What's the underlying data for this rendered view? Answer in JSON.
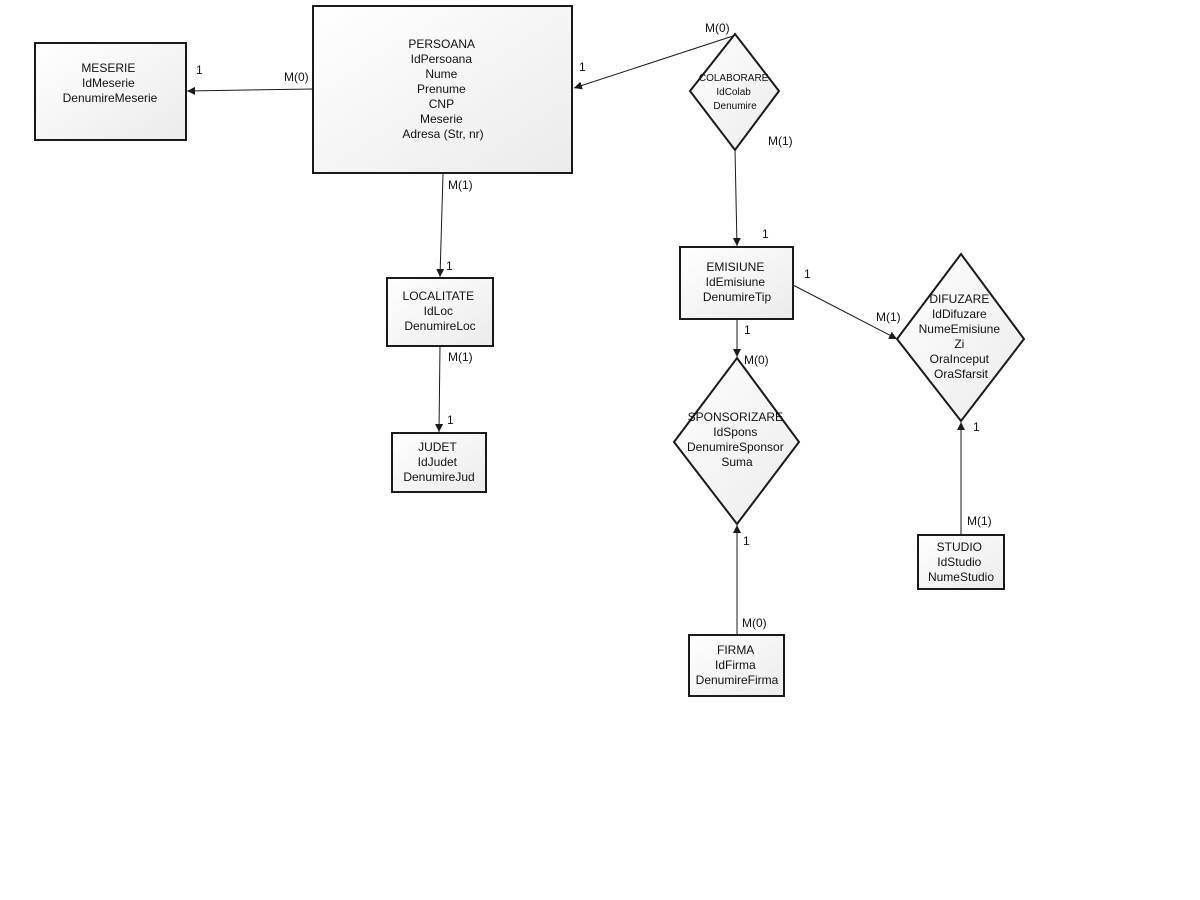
{
  "entities": {
    "meserie": [
      "MESERIE",
      "IdMeserie",
      "DenumireMeserie"
    ],
    "persoana": [
      "PERSOANA",
      "IdPersoana",
      "Nume",
      "Prenume",
      "CNP",
      "Meserie",
      "Adresa (Str, nr)"
    ],
    "localitate": [
      "LOCALITATE",
      "IdLoc",
      "DenumireLoc"
    ],
    "judet": [
      "JUDET",
      "IdJudet",
      "DenumireJud"
    ],
    "emisiune": [
      "EMISIUNE",
      "IdEmisiune",
      "DenumireTip"
    ],
    "firma": [
      "FIRMA",
      "IdFirma",
      "DenumireFirma"
    ],
    "studio": [
      "STUDIO",
      "IdStudio",
      "NumeStudio"
    ]
  },
  "relationships": {
    "colaborare": [
      "COLABORARE",
      "IdColab",
      "Denumire"
    ],
    "sponsorizare": [
      "SPONSORIZARE",
      "IdSpons",
      "DenumireSponsor",
      "Suma"
    ],
    "difuzare": [
      "DIFUZARE",
      "IdDifuzare",
      "NumeEmisiune",
      "Zi",
      "OraInceput",
      "OraSfarsit"
    ]
  },
  "cardinalities": {
    "meserie_one": "1",
    "persoana_meserie_many": "M(0)",
    "persoana_one": "1",
    "colaborare_persoana_many": "M(0)",
    "colaborare_emisiune_many": "M(1)",
    "emisiune_colab_one": "1",
    "persoana_localitate_many": "M(1)",
    "localitate_one": "1",
    "localitate_judet_many": "M(1)",
    "judet_one": "1",
    "emisiune_difuzare_one": "1",
    "difuzare_emisiune_many": "M(1)",
    "emisiune_spons_one": "1",
    "sponsorizare_many": "M(0)",
    "sponsorizare_firma_one": "1",
    "firma_many": "M(0)",
    "difuzare_studio_one": "1",
    "studio_many": "M(1)"
  }
}
